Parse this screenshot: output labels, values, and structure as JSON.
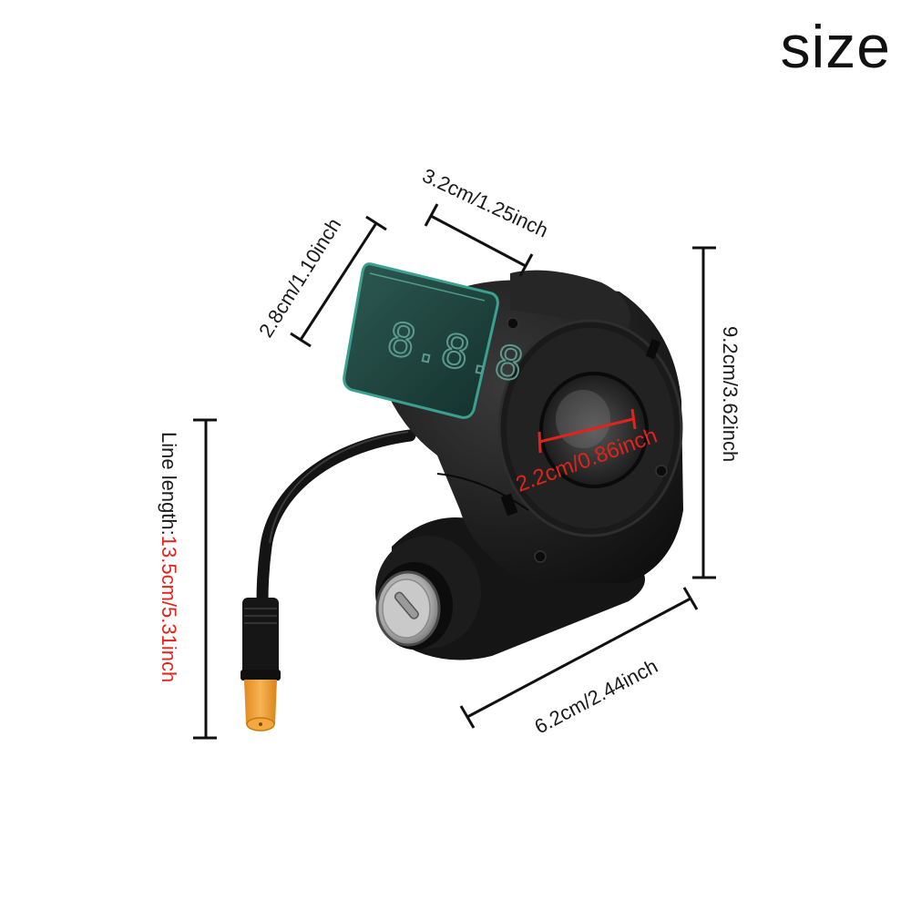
{
  "title": "size",
  "product": {
    "name": "thumb throttle with LCD voltage display and key lock",
    "display_digits": "8.8.8",
    "colors": {
      "body": "#1b1b1b",
      "lcd_glass": "#1f3b36",
      "lcd_edge": "#3aa090",
      "lcd_segments": "#4f8a80",
      "connector": "#f2a23a",
      "lock_metal": "#b8b8b8",
      "dimension_line": "#111111",
      "accent_red": "#e2231a"
    }
  },
  "dimensions": {
    "display_height": "2.8cm/1.10inch",
    "display_width": "3.2cm/1.25inch",
    "total_height": "9.2cm/3.62inch",
    "bore_diameter": "2.2cm/0.86inch",
    "base_width": "6.2cm/2.44inch",
    "line_length_label": "Line length:",
    "line_length_value": "13.5cm/5.31inch"
  },
  "chart_data": {
    "type": "table",
    "title": "size",
    "rows": [
      {
        "measure": "Display height",
        "cm": 2.8,
        "inch": 1.1
      },
      {
        "measure": "Display width",
        "cm": 3.2,
        "inch": 1.25
      },
      {
        "measure": "Total height",
        "cm": 9.2,
        "inch": 3.62
      },
      {
        "measure": "Handlebar bore diameter",
        "cm": 2.2,
        "inch": 0.86
      },
      {
        "measure": "Base width",
        "cm": 6.2,
        "inch": 2.44
      },
      {
        "measure": "Line length",
        "cm": 13.5,
        "inch": 5.31
      }
    ]
  }
}
